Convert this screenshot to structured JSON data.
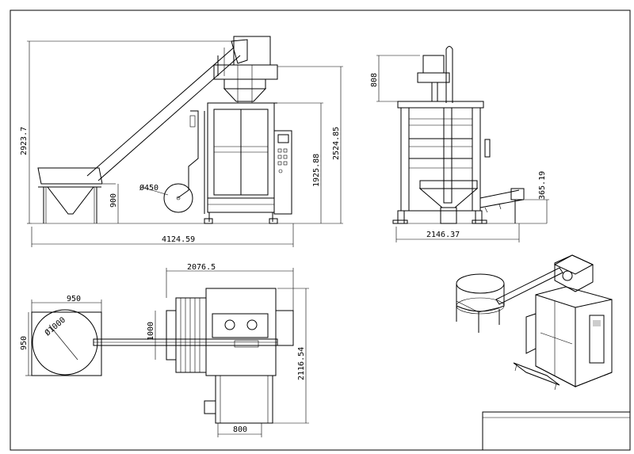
{
  "drawing": {
    "front_view": {
      "overall_width": "4124.59",
      "overall_height": "2923.7",
      "cabinet_height": "2524.85",
      "door_height": "1925.88",
      "hopper_height": "900",
      "roller_diameter": "Ø450"
    },
    "side_view": {
      "top_offset": "808",
      "conveyor_height": "365.19",
      "overall_width": "2146.37"
    },
    "plan_view": {
      "overall_width": "2076.5",
      "hopper_width": "950",
      "hopper_depth": "950",
      "hopper_diameter": "Ø1000",
      "frame_depth": "1000",
      "overall_depth": "2116.54",
      "base_width": "800"
    }
  }
}
